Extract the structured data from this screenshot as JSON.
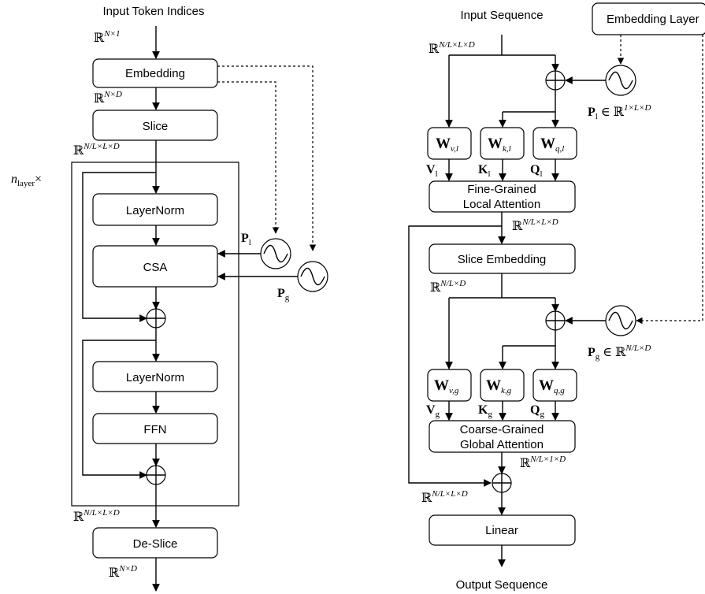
{
  "left": {
    "input_label": "Input Token Indices",
    "dims": {
      "in": {
        "base": "ℝ",
        "sup": "N×1"
      },
      "after_embedding": {
        "base": "ℝ",
        "sup": "N×D"
      },
      "after_slice": {
        "base": "ℝ",
        "sup": "N/L×L×D"
      },
      "after_block": {
        "base": "ℝ",
        "sup": "N/L×L×D"
      },
      "out": {
        "base": "ℝ",
        "sup": "N×D"
      }
    },
    "boxes": {
      "embedding": "Embedding",
      "slice": "Slice",
      "layernorm1": "LayerNorm",
      "csa": "CSA",
      "layernorm2": "LayerNorm",
      "ffn": "FFN",
      "deslice": "De-Slice"
    },
    "repeat": {
      "base": "n",
      "sub": "layer",
      "times": "×"
    },
    "pos_local": {
      "base": "P",
      "sub": "l"
    },
    "pos_global": {
      "base": "P",
      "sub": "g"
    }
  },
  "right": {
    "input_label": "Input Sequence",
    "embedding_layer": "Embedding Layer",
    "output_label": "Output Sequence",
    "dims": {
      "in": {
        "base": "ℝ",
        "sup": "N/L×L×D"
      },
      "after_fine": {
        "base": "ℝ",
        "sup": "N/L×L×D"
      },
      "after_slice_emb": {
        "base": "ℝ",
        "sup": "N/L×D"
      },
      "after_coarse": {
        "base": "ℝ",
        "sup": "N/L×1×D"
      },
      "after_sum": {
        "base": "ℝ",
        "sup": "N/L×L×D"
      }
    },
    "pos_local": {
      "base": "P",
      "sub": "l",
      "in": "∈",
      "space": "ℝ",
      "sup": "1×L×D"
    },
    "pos_global": {
      "base": "P",
      "sub": "g",
      "in": "∈",
      "space": "ℝ",
      "sup": "N/L×D"
    },
    "local_weights": [
      {
        "base": "W",
        "sub": "v,l",
        "out_base": "V",
        "out_sub": "l"
      },
      {
        "base": "W",
        "sub": "k,l",
        "out_base": "K",
        "out_sub": "l"
      },
      {
        "base": "W",
        "sub": "q,l",
        "out_base": "Q",
        "out_sub": "l"
      }
    ],
    "global_weights": [
      {
        "base": "W",
        "sub": "v,g",
        "out_base": "V",
        "out_sub": "g"
      },
      {
        "base": "W",
        "sub": "k,g",
        "out_base": "K",
        "out_sub": "g"
      },
      {
        "base": "W",
        "sub": "q,g",
        "out_base": "Q",
        "out_sub": "g"
      }
    ],
    "fine_attention": [
      "Fine-Grained",
      "Local Attention"
    ],
    "slice_embedding": "Slice Embedding",
    "coarse_attention": [
      "Coarse-Grained",
      "Global Attention"
    ],
    "linear": "Linear"
  }
}
